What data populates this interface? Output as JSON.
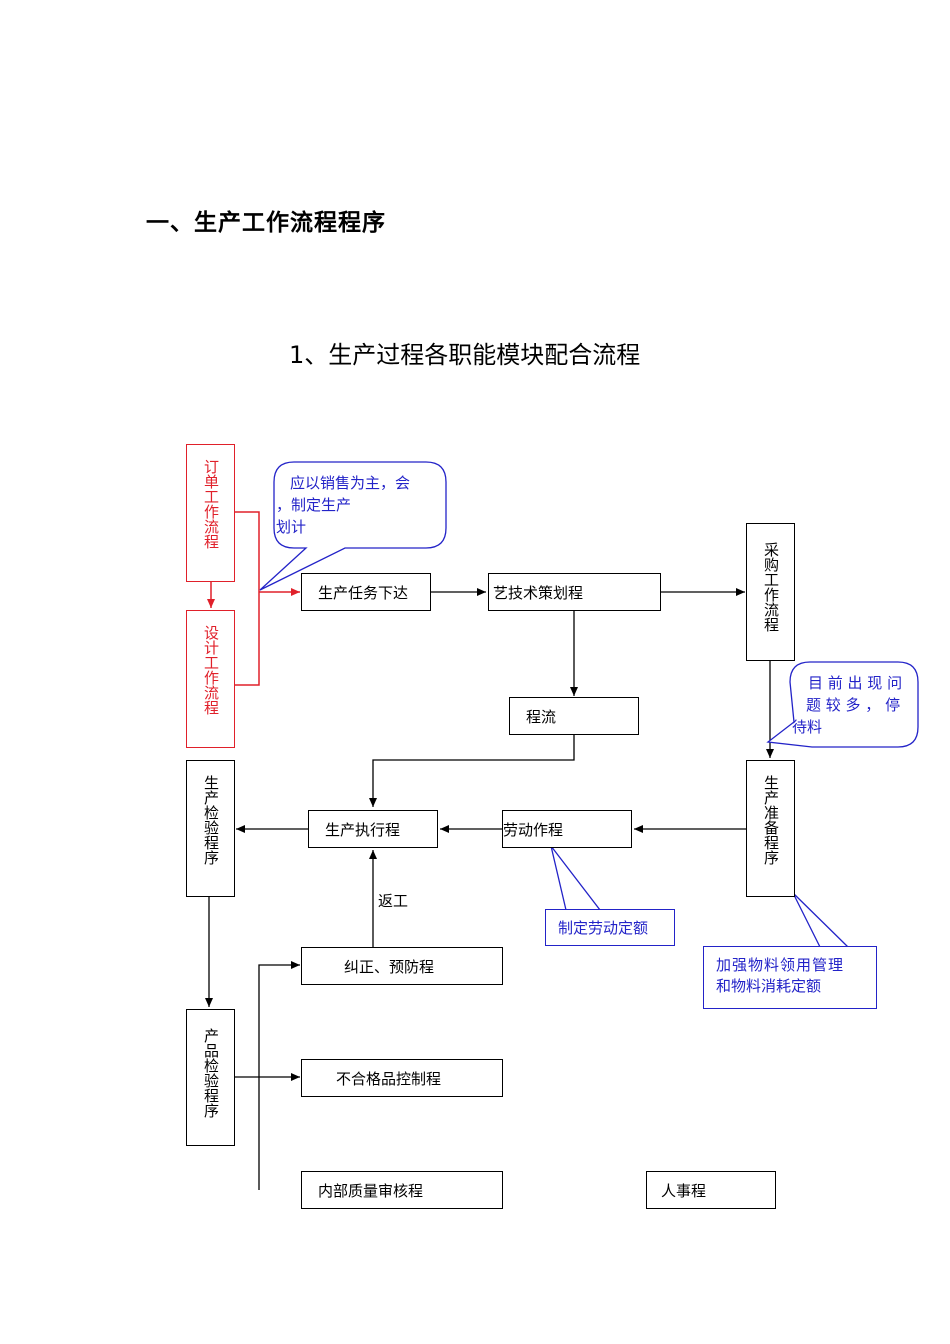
{
  "heading": "一、生产工作流程程序",
  "subheading": "1、生产过程各职能模块配合流程",
  "boxes": {
    "order": "订单工作流程",
    "design": "设计工作流程",
    "task": "生产任务下达",
    "tech": "艺技术策划程",
    "purchase": "采购工作流程",
    "process": "程流",
    "inspect": "生产检验程序",
    "execute": "生产执行程",
    "labor": "劳动作程",
    "prepare": "生产准备程序",
    "correct": "纠正、预防程",
    "product": "产品检验程序",
    "nonconform": "不合格品控制程",
    "audit": "内部质量审核程",
    "other": "人事程"
  },
  "notes": {
    "sales_line1": "应以销售为主，会",
    "sales_line2": "，制定生产",
    "sales_line3": "划计",
    "issues_line1": "目 前 出 现 问",
    "issues_line2": "题 较 多 ， 停",
    "issues_line3": "待料",
    "labor_quota": "制定劳动定额",
    "material_line1": "加强物料领用管理",
    "material_line2": "和物料消耗定额"
  },
  "rework": "返工",
  "colors": {
    "red": "#e0202a",
    "blue": "#2323c8",
    "black": "#000000"
  }
}
